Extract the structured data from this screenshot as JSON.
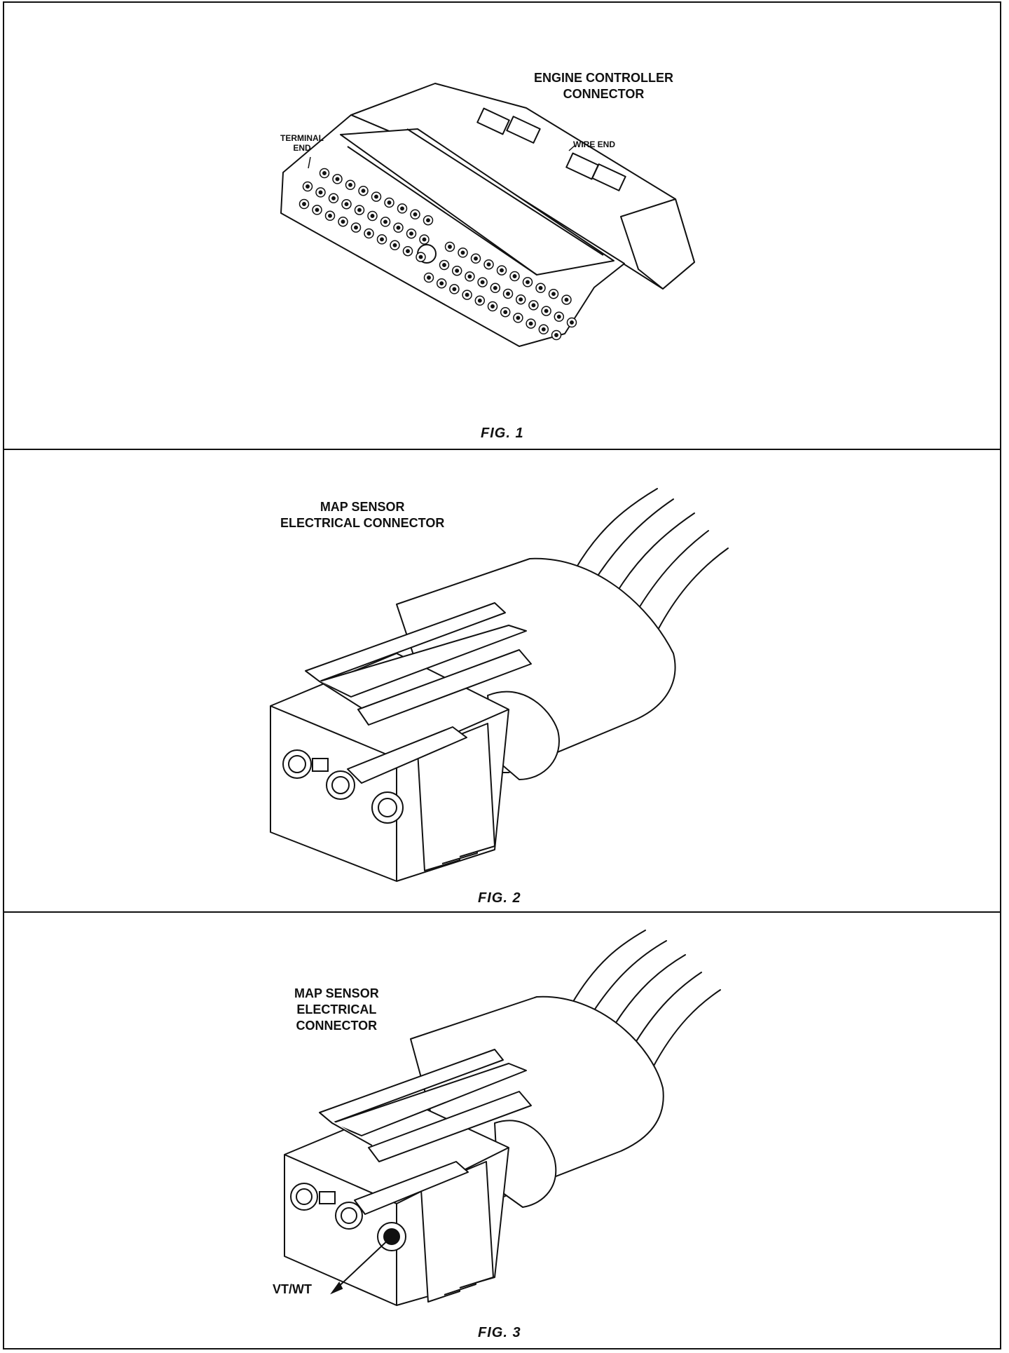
{
  "figures": [
    {
      "caption": "FIG. 1",
      "title": [
        "ENGINE CONTROLLER",
        "CONNECTOR"
      ],
      "callouts": {
        "terminal_end": [
          "TERMINAL",
          "END"
        ],
        "wire_end": "WIRE END"
      }
    },
    {
      "caption": "FIG. 2",
      "title": [
        "MAP SENSOR",
        "ELECTRICAL CONNECTOR"
      ]
    },
    {
      "caption": "FIG. 3",
      "title": [
        "MAP SENSOR",
        "ELECTRICAL",
        "CONNECTOR"
      ],
      "callouts": {
        "wire_color": "VT/WT"
      }
    }
  ]
}
